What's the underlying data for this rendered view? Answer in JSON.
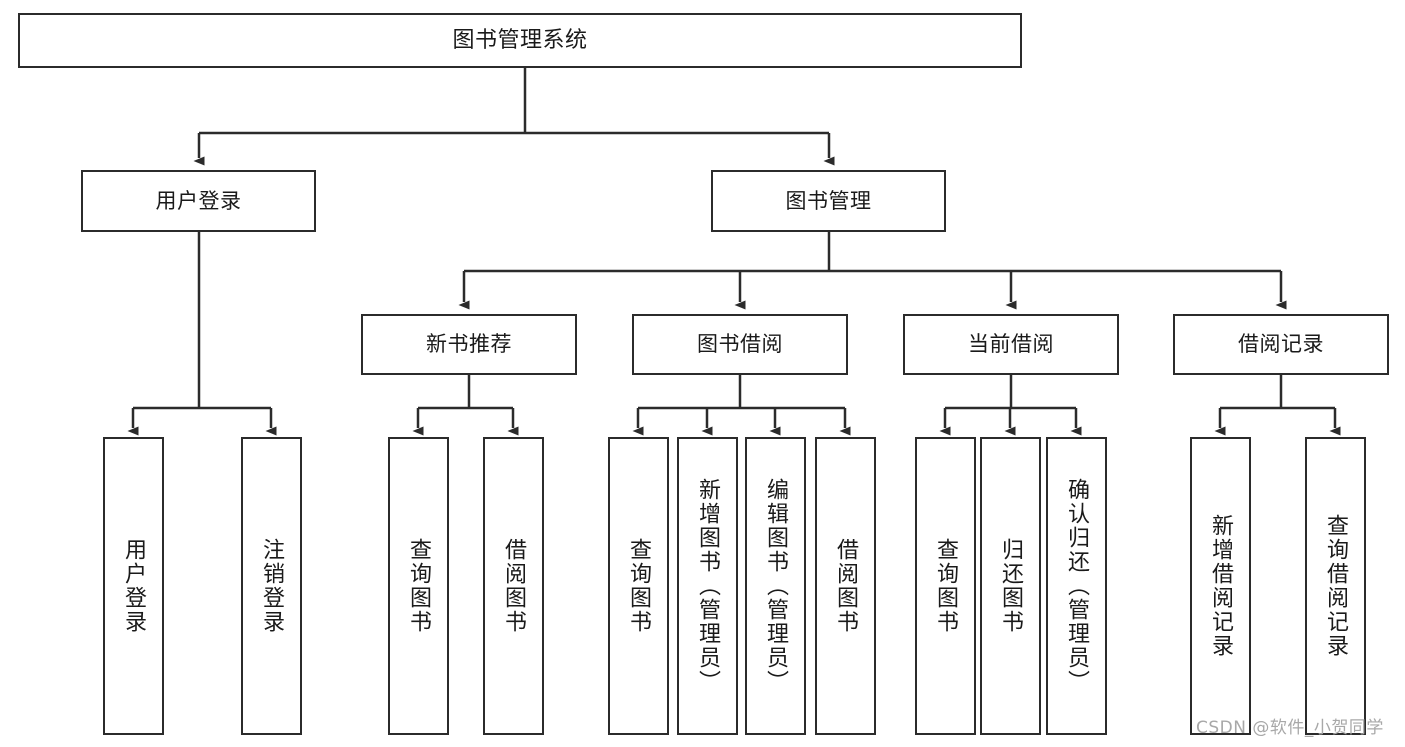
{
  "diagram": {
    "title": "图书管理系统",
    "type": "tree-hierarchy",
    "watermark": "CSDN @软件_小贺同学",
    "colors": {
      "stroke": "#2b2b2b",
      "fill": "#ffffff",
      "text": "#1a1a1a",
      "watermark": "#a8a8a8"
    },
    "nodes": {
      "root": {
        "label": "图书管理系统"
      },
      "level2": [
        {
          "id": "user-login",
          "label": "用户登录"
        },
        {
          "id": "book-manage",
          "label": "图书管理"
        }
      ],
      "level3": [
        {
          "id": "new-book-recommend",
          "label": "新书推荐"
        },
        {
          "id": "book-borrow",
          "label": "图书借阅"
        },
        {
          "id": "current-borrow",
          "label": "当前借阅"
        },
        {
          "id": "borrow-record",
          "label": "借阅记录"
        }
      ],
      "leaves": {
        "user-login": [
          {
            "id": "leaf-user-login",
            "label": "用户登录"
          },
          {
            "id": "leaf-user-logout",
            "label": "注销登录"
          }
        ],
        "new-book-recommend": [
          {
            "id": "leaf-query-book-1",
            "label": "查询图书"
          },
          {
            "id": "leaf-borrow-book-1",
            "label": "借阅图书"
          }
        ],
        "book-borrow": [
          {
            "id": "leaf-query-book-2",
            "label": "查询图书"
          },
          {
            "id": "leaf-add-book",
            "label": "新增图书（管理员）"
          },
          {
            "id": "leaf-edit-book",
            "label": "编辑图书（管理员）"
          },
          {
            "id": "leaf-borrow-book-2",
            "label": "借阅图书"
          }
        ],
        "current-borrow": [
          {
            "id": "leaf-query-book-3",
            "label": "查询图书"
          },
          {
            "id": "leaf-return-book",
            "label": "归还图书"
          },
          {
            "id": "leaf-confirm-return",
            "label": "确认归还（管理员）"
          }
        ],
        "borrow-record": [
          {
            "id": "leaf-add-record",
            "label": "新增借阅记录"
          },
          {
            "id": "leaf-query-record",
            "label": "查询借阅记录"
          }
        ]
      }
    }
  }
}
